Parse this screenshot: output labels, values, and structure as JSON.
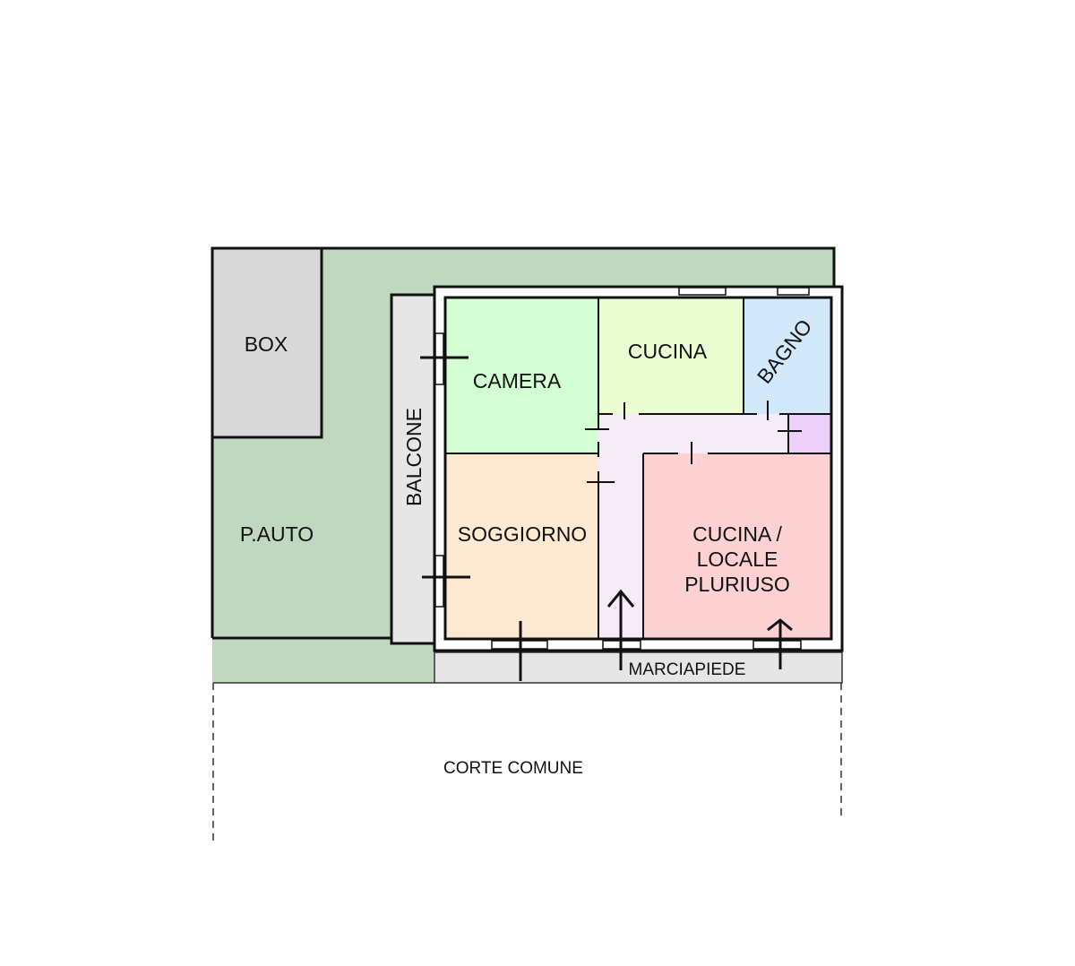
{
  "plan": {
    "rooms": {
      "box": "BOX",
      "parking": "P.AUTO",
      "balcony": "BALCONE",
      "bedroom": "CAMERA",
      "kitchen": "CUCINA",
      "bathroom": "BAGNO",
      "living": "SOGGIORNO",
      "multipurpose_line1": "CUCINA /",
      "multipurpose_line2": "LOCALE",
      "multipurpose_line3": "PLURIUSO",
      "sidewalk": "MARCIAPIEDE",
      "courtyard": "CORTE COMUNE"
    },
    "colors": {
      "garden": "#c0d8bf",
      "box": "#d9d9d9",
      "balcony": "#e6e6e6",
      "bedroom": "#d4fed4",
      "kitchen": "#eafed2",
      "bathroom": "#d2e8fb",
      "closet": "#ecd0fa",
      "hall": "#f6ecf8",
      "living": "#fde9d2",
      "multipurpose": "#fdd0d2"
    }
  }
}
